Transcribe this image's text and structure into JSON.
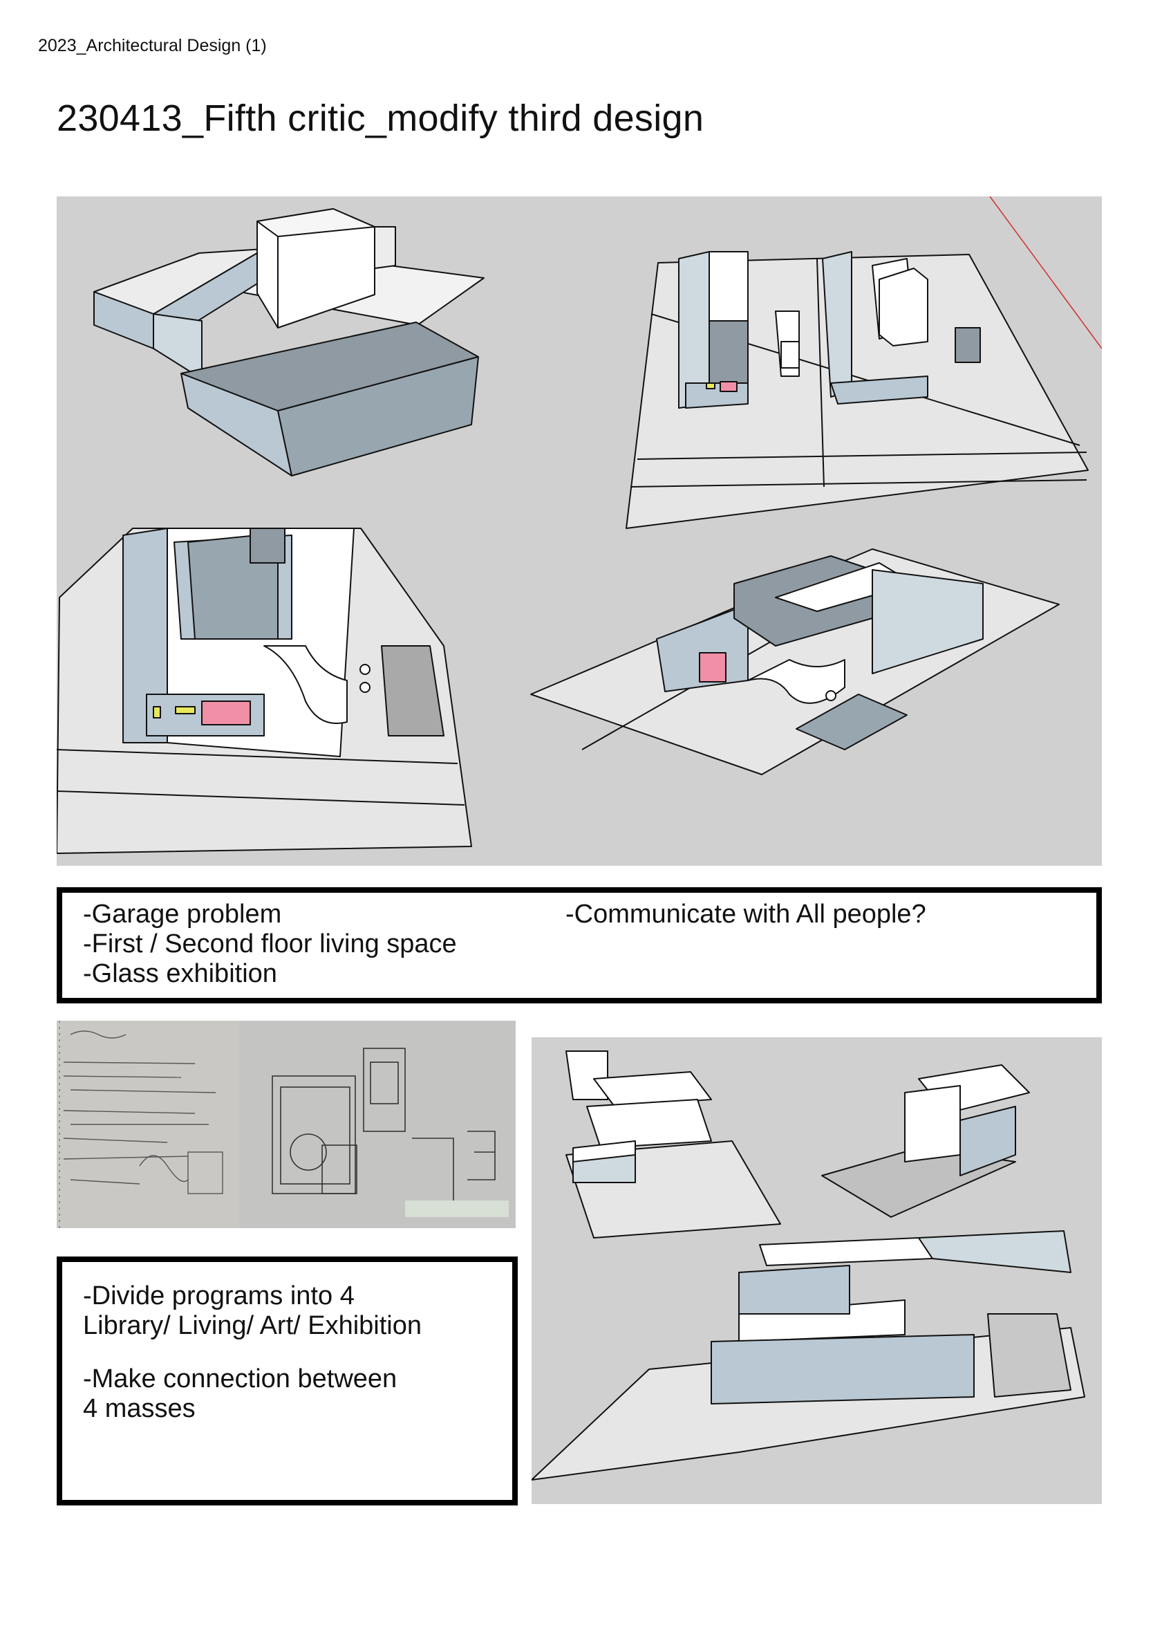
{
  "header": {
    "doc_label": "2023_Architectural Design (1)"
  },
  "page": {
    "title": "230413_Fifth critic_modify third design"
  },
  "critique": {
    "left_lines": [
      "-Garage problem",
      "-First / Second floor living space",
      "-Glass exhibition"
    ],
    "right_lines": [
      "-Communicate with  All people?"
    ]
  },
  "plan": {
    "paragraph1": [
      "-Divide programs into 4",
      "Library/ Living/ Art/ Exhibition"
    ],
    "paragraph2": [
      "-Make connection between",
      "4 masses"
    ]
  },
  "colors": {
    "panel_bg": "#d0d0d0",
    "glass": "#b9c8d3",
    "dark_face": "#8f9aa2",
    "accent_pink": "#f08fa6",
    "accent_yellow": "#e8e85a",
    "accent_red_line": "#d03030"
  },
  "images": [
    {
      "name": "model-view-top-left"
    },
    {
      "name": "model-view-top-right"
    },
    {
      "name": "model-view-bottom-left"
    },
    {
      "name": "model-view-bottom-right"
    },
    {
      "name": "hand-sketch-notes"
    },
    {
      "name": "hand-sketch-plan"
    },
    {
      "name": "revised-model-views"
    }
  ]
}
